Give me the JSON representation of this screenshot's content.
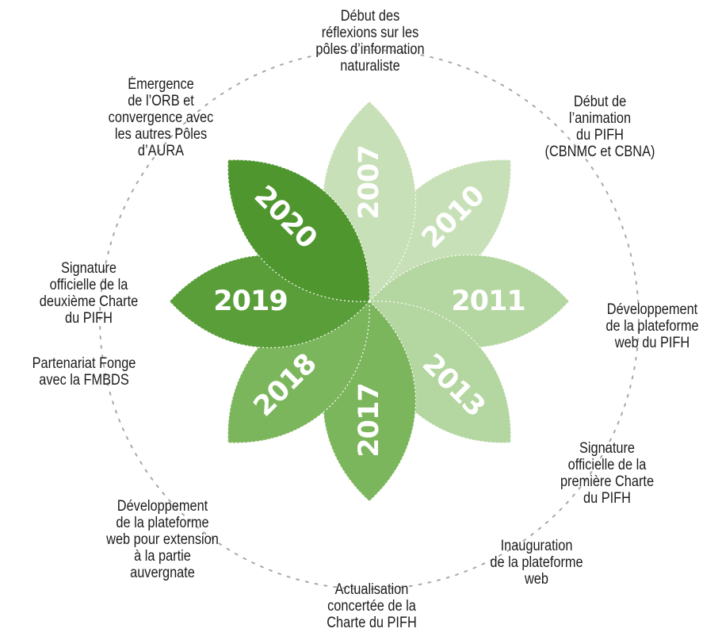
{
  "colors": {
    "ring": "#a8a8a8",
    "dark": "#5a9e3a",
    "mid": "#7cb65c",
    "light": "#b4d6a0",
    "pale": "#c8e0b8",
    "highlight": "#4f962f",
    "text": "#1c1c1c",
    "year_text": "#ffffff"
  },
  "petals": [
    {
      "year": "2007",
      "angle": -90,
      "shade": "pale",
      "rotate": -90
    },
    {
      "year": "2010",
      "angle": -45,
      "shade": "pale",
      "rotate": -45
    },
    {
      "year": "2011",
      "angle": 0,
      "shade": "light",
      "rotate": 0
    },
    {
      "year": "2013",
      "angle": 45,
      "shade": "light",
      "rotate": 45
    },
    {
      "year": "2017",
      "angle": 90,
      "shade": "mid",
      "rotate": -90
    },
    {
      "year": "2018",
      "angle": 135,
      "shade": "mid",
      "rotate": -45
    },
    {
      "year": "2019",
      "angle": 180,
      "shade": "dark",
      "rotate": 0
    },
    {
      "year": "2020",
      "angle": 225,
      "shade": "highlight",
      "rotate": 45
    }
  ],
  "captions": [
    {
      "id": "2007",
      "lines": [
        "Début des",
        "réflexions sur les",
        "pôles d’information",
        "naturaliste"
      ]
    },
    {
      "id": "2010",
      "lines": [
        "Début de",
        "l’animation",
        "du PIFH",
        "(CBNMC et CBNA)"
      ]
    },
    {
      "id": "2011",
      "lines": [
        "Développement",
        "de la plateforme",
        "web du PIFH"
      ]
    },
    {
      "id": "2013",
      "lines": [
        "Signature",
        "officielle de la",
        "première Charte",
        "du PIFH"
      ]
    },
    {
      "id": "2016",
      "lines": [
        "Inauguration",
        "de la plateforme",
        "web"
      ]
    },
    {
      "id": "2017",
      "lines": [
        "Actualisation",
        "concertée de la",
        "Charte du PIFH"
      ]
    },
    {
      "id": "2018",
      "lines": [
        "Développement",
        "de la plateforme",
        "web pour extension",
        "à la partie",
        "auvergnate"
      ]
    },
    {
      "id": "2019b",
      "lines": [
        "Partenariat Fonge",
        "avec la FMBDS"
      ]
    },
    {
      "id": "2019a",
      "lines": [
        "Signature",
        "officielle de la",
        "deuxième Charte",
        "du PIFH"
      ]
    },
    {
      "id": "2020",
      "lines": [
        "Émergence",
        "de l’ORB et",
        "convergence avec",
        "les autres Pôles",
        "d’AURA"
      ]
    }
  ]
}
